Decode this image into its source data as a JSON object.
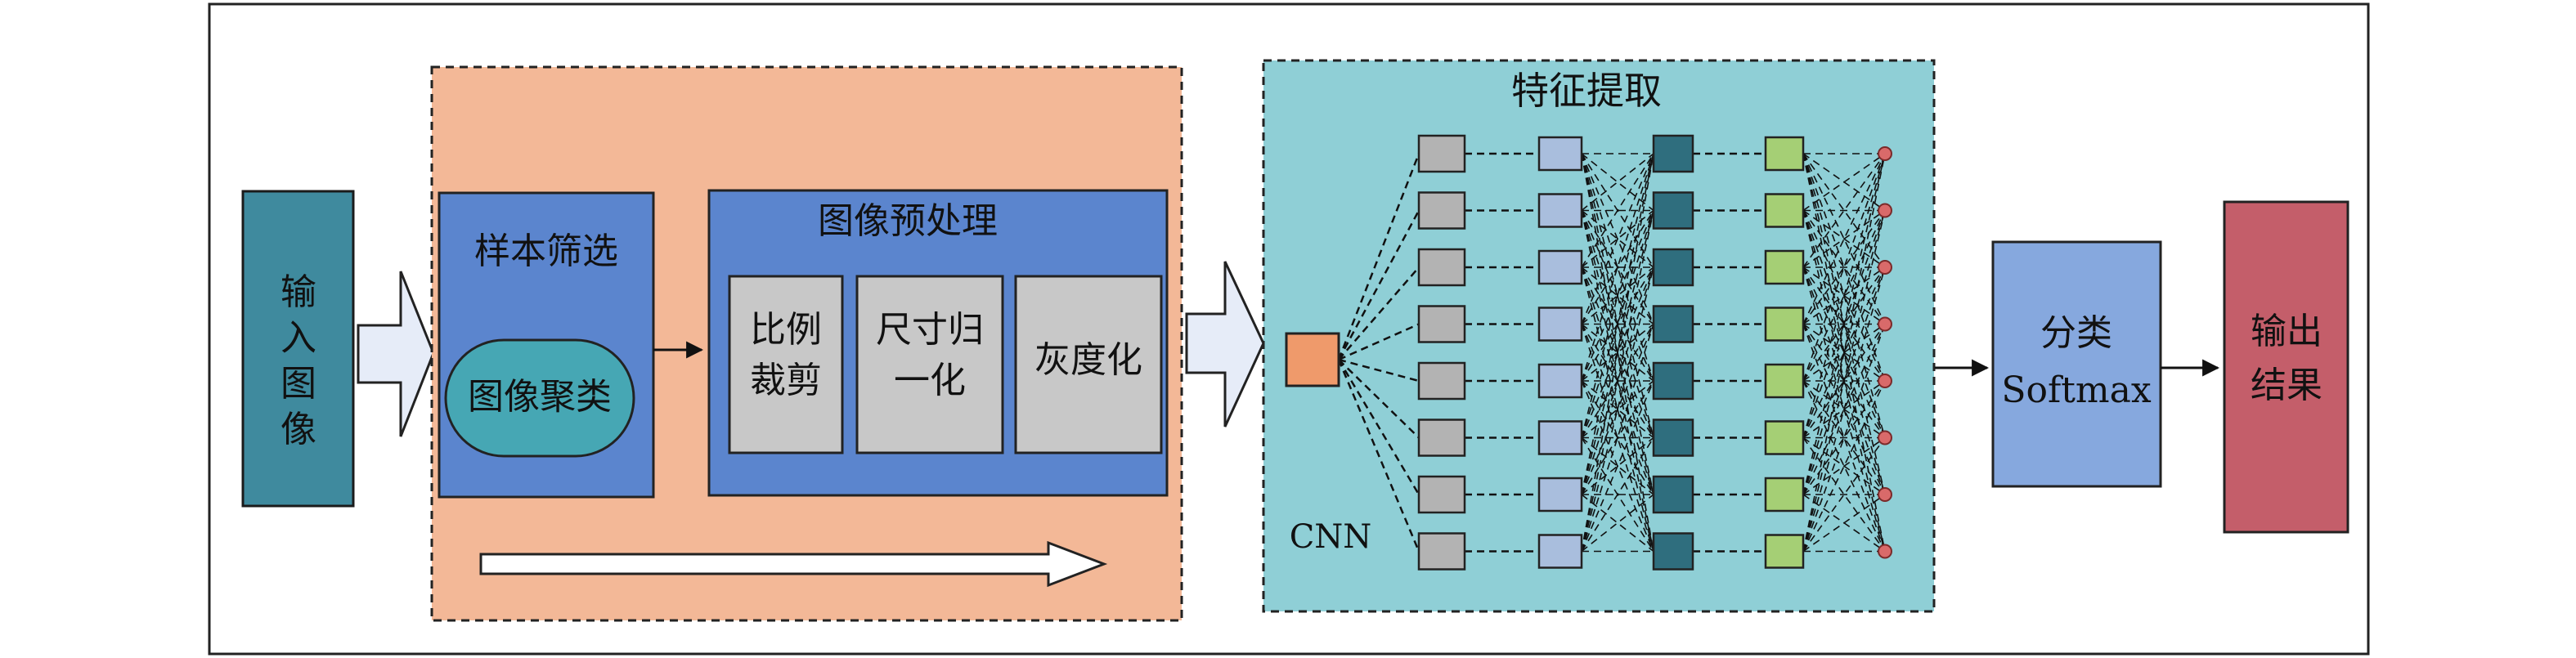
{
  "input": {
    "label_lines": [
      "输",
      "入",
      "图",
      "像"
    ],
    "color": "#3F8A9E"
  },
  "preprocess_region": {
    "fill": "#F3B897",
    "sample_filter": {
      "title": "样本筛选",
      "cluster_label": "图像聚类"
    },
    "image_preprocess": {
      "title": "图像预处理",
      "steps": [
        {
          "lines": [
            "比例",
            "裁剪"
          ]
        },
        {
          "lines": [
            "尺寸归",
            "一化"
          ]
        },
        {
          "lines": [
            "灰度化"
          ]
        }
      ]
    },
    "colors": {
      "block": "#5B85CE",
      "cluster": "#46A7B4",
      "step": "#C8C8C8"
    }
  },
  "feature_region": {
    "title": "特征提取",
    "fill": "#8FCFD6",
    "cnn_label": "CNN",
    "network": {
      "columns": [
        {
          "nodes": 8,
          "color": "#B3B3B3"
        },
        {
          "nodes": 8,
          "color": "#A9BEDD"
        },
        {
          "nodes": 8,
          "color": "#2F6E7E"
        },
        {
          "nodes": 8,
          "color": "#A5CF75"
        },
        {
          "nodes": 8,
          "color": "#D96A6A"
        }
      ],
      "input_node_color": "#EF9A6B"
    }
  },
  "classifier": {
    "label_lines": [
      "分类",
      "Softmax"
    ],
    "color": "#86A8DE"
  },
  "output": {
    "label_lines": [
      "输出",
      "结果"
    ],
    "color": "#C45E6A"
  }
}
